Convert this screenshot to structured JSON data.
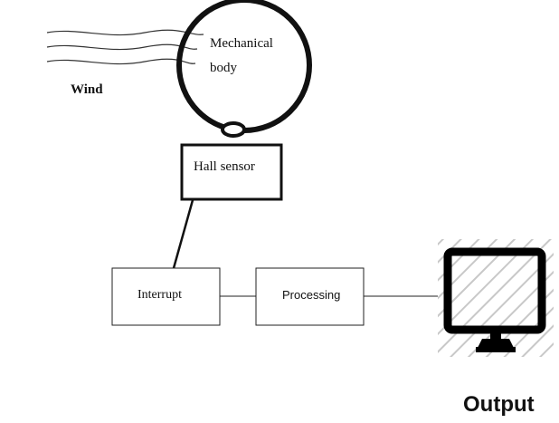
{
  "diagram": {
    "labels": {
      "wind": "Wind",
      "mechanical_body_line1": "Mechanical",
      "mechanical_body_line2": "body",
      "hall_sensor": "Hall sensor",
      "interrupt": "Interrupt",
      "processing": "Processing",
      "output": "Output"
    },
    "colors": {
      "stroke": "#111111",
      "monitor_hatch": "#c8c8c8",
      "background": "#ffffff"
    },
    "icons": [
      "wind-lines-icon",
      "monitor-icon"
    ]
  }
}
